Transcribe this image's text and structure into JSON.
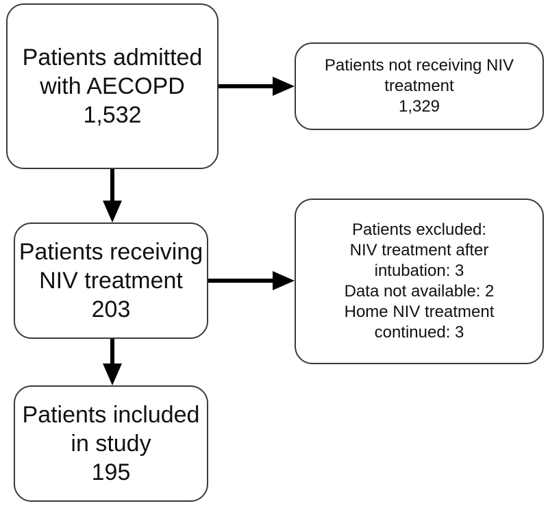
{
  "flowchart": {
    "admitted": {
      "lines": [
        "Patients admitted",
        "with AECOPD",
        "1,532"
      ]
    },
    "not_receiving": {
      "lines": [
        "Patients not receiving NIV",
        "treatment",
        "1,329"
      ]
    },
    "receiving": {
      "lines": [
        "Patients receiving",
        "NIV treatment",
        "203"
      ]
    },
    "excluded": {
      "lines": [
        "Patients excluded:",
        "NIV treatment after",
        "intubation: 3",
        "Data not available: 2",
        "Home NIV treatment",
        "continued: 3"
      ]
    },
    "included": {
      "lines": [
        "Patients included",
        "in study",
        "195"
      ]
    }
  },
  "colors": {
    "box_border": "#3a3a3a",
    "arrow": "#000000",
    "text": "#111111",
    "background": "#ffffff"
  }
}
